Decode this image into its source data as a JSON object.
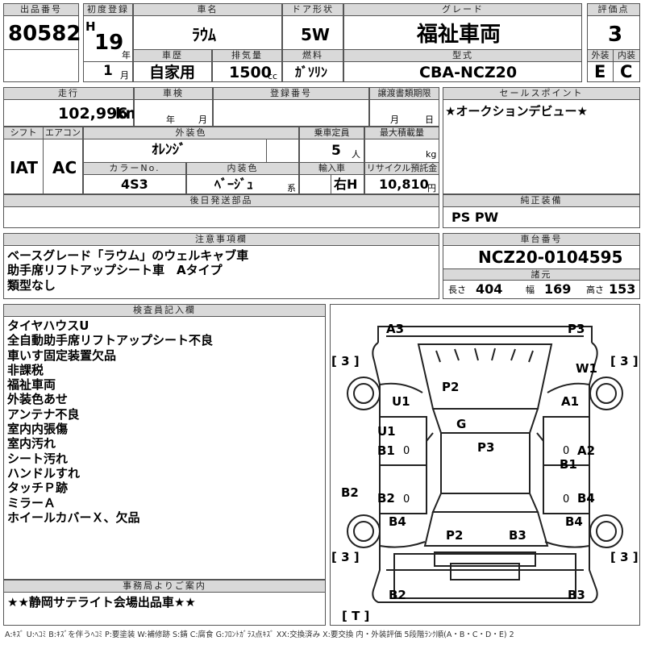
{
  "labels": {
    "lot_no": "出品番号",
    "first_reg": "初度登録",
    "car_name": "車名",
    "door_type": "ドア形状",
    "grade": "グレード",
    "score": "評価点",
    "history": "車歴",
    "displacement": "排気量",
    "fuel": "燃料",
    "model_code": "型式",
    "exterior": "外装",
    "interior": "内装",
    "mileage": "走行",
    "inspection": "車検",
    "reg_no": "登録番号",
    "transfer_deadline": "譲渡書類期限",
    "sales_point": "セールスポイント",
    "shift": "シフト",
    "aircon": "エアコン",
    "ext_color": "外装色",
    "capacity": "乗車定員",
    "max_load": "最大積載量",
    "color_no": "カラーNo.",
    "int_color": "内装色",
    "import": "輸入車",
    "recycle": "リサイクル預託金",
    "later_parts": "後日発送部品",
    "genuine_equipment": "純正装備",
    "notes": "注意事項欄",
    "chassis_no": "車台番号",
    "dimensions": "諸元",
    "inspector_notes": "検査員記入欄",
    "office_notice": "事務局よりご案内"
  },
  "lot_no": "80582",
  "era": "H",
  "year": "19",
  "year_unit": "年",
  "month": "1",
  "month_unit": "月",
  "car_name": "ﾗｳﾑ",
  "door_type": "5W",
  "grade": "福祉車両",
  "score": "3",
  "history": "自家用",
  "displacement": "1500",
  "displacement_unit": "cc",
  "fuel": "ｶﾞｿﾘﾝ",
  "model_code": "CBA-NCZ20",
  "exterior_grade": "E",
  "interior_grade": "C",
  "mileage": "102,996",
  "mileage_unit": "km",
  "inspection_year_unit": "年",
  "inspection_month_unit": "月",
  "transfer_month_unit": "月",
  "transfer_day_unit": "日",
  "sales_point": "★オークションデビュー★",
  "shift": "IAT",
  "aircon": "AC",
  "ext_color": "ｵﾚﾝｼﾞ",
  "capacity": "5",
  "capacity_unit": "人",
  "max_load_unit": "kg",
  "color_no": "4S3",
  "int_color": "ﾍﾞｰｼﾞｭ",
  "int_color_unit": "系",
  "import_type": "右H",
  "recycle_fee": "10,810",
  "recycle_unit": "円",
  "genuine_equipment": "PS PW",
  "notes": [
    "ベースグレード「ラウム」のウェルキャブ車",
    "助手席リフトアップシート車　Aタイプ",
    "類型なし"
  ],
  "chassis_no": "NCZ20-0104595",
  "length_label": "長さ",
  "length": "404",
  "width_label": "幅",
  "width": "169",
  "height_label": "高さ",
  "height": "153",
  "inspector_notes": [
    "タイヤハウスU",
    "全自動助手席リフトアップシート不良",
    "車いす固定装置欠品",
    "非課税",
    "福祉車両",
    "外装色あせ",
    "アンテナ不良",
    "室内内張傷",
    "室内汚れ",
    "シート汚れ",
    "ハンドルすれ",
    "タッチＰ跡",
    "ミラーＡ",
    "ホイールカバーＸ、欠品"
  ],
  "office_notice": "★★静岡サテライト会場出品車★★",
  "diagram": {
    "A3": "A3",
    "P3_top": "P3",
    "tire_lt": "[ 3 ]",
    "tire_rt": "[ 3 ]",
    "W1": "W1",
    "P2_hood": "P2",
    "U1_lf": "U1",
    "A1_rf": "A1",
    "G": "G",
    "U1_ld": "U1",
    "B1_ld": "B1",
    "O_l": "0",
    "P3_roof": "P3",
    "O_r": "0",
    "A2_rd": "A2",
    "B1_rd": "B1",
    "B2_lr": "B2",
    "B2_ld2": "B2",
    "O_l2": "0",
    "O_r2": "0",
    "B4_rd2": "B4",
    "B4_lr": "B4",
    "B4_rr": "B4",
    "P2_trunk": "P2",
    "B3_trunk": "B3",
    "tire_lb": "[ 3 ]",
    "tire_rb": "[ 3 ]",
    "B2_rear": "B2",
    "B3_rear": "B3",
    "T": "[ T ]"
  },
  "legend": "A:ｷｽﾞ U:ﾍｺﾐ B:ｷｽﾞを伴うﾍｺﾐ P:要塗装 W:補修跡 S:錆 C:腐食 G:ﾌﾛﾝﾄｶﾞﾗｽ点ｷｽﾞ XX:交換済み X:要交換 内・外装評価 5段階ﾗﾝｸ順(A・B・C・D・E) 2"
}
